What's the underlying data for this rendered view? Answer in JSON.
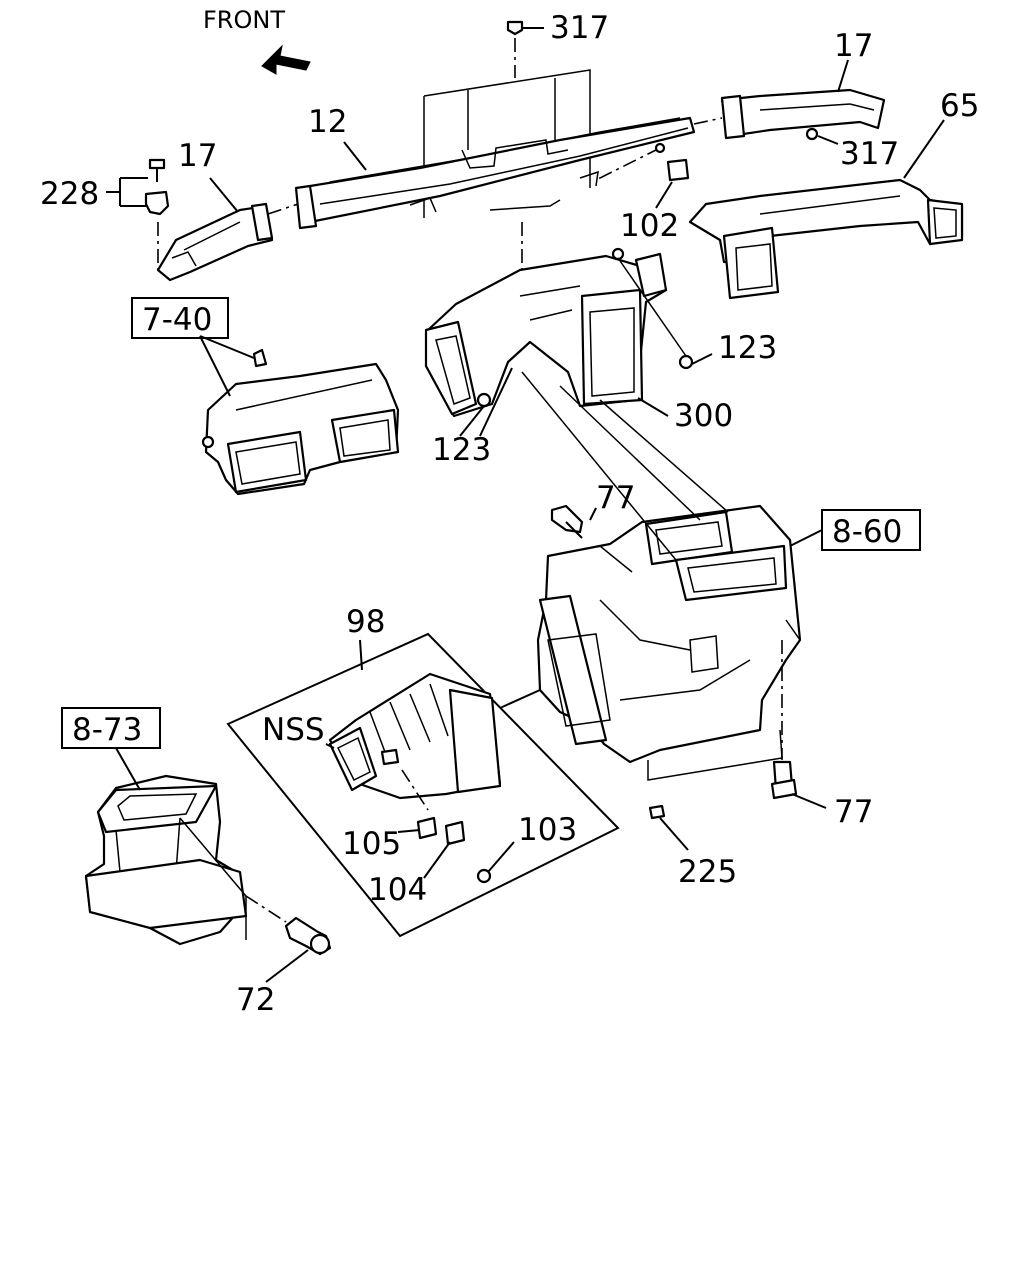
{
  "diagram": {
    "direction_label": "FRONT",
    "labels": {
      "p317_top": "317",
      "p17_left": "17",
      "p17_right": "17",
      "p12": "12",
      "p65": "65",
      "p317_right": "317",
      "p228": "228",
      "p102": "102",
      "p7_40": "7-40",
      "p123_right": "123",
      "p123_left": "123",
      "p300": "300",
      "p77_top": "77",
      "p8_60": "8-60",
      "p98": "98",
      "pNSS": "NSS",
      "p8_73": "8-73",
      "p105": "105",
      "p103": "103",
      "p104": "104",
      "p77_bottom": "77",
      "p225": "225",
      "p72": "72"
    }
  }
}
